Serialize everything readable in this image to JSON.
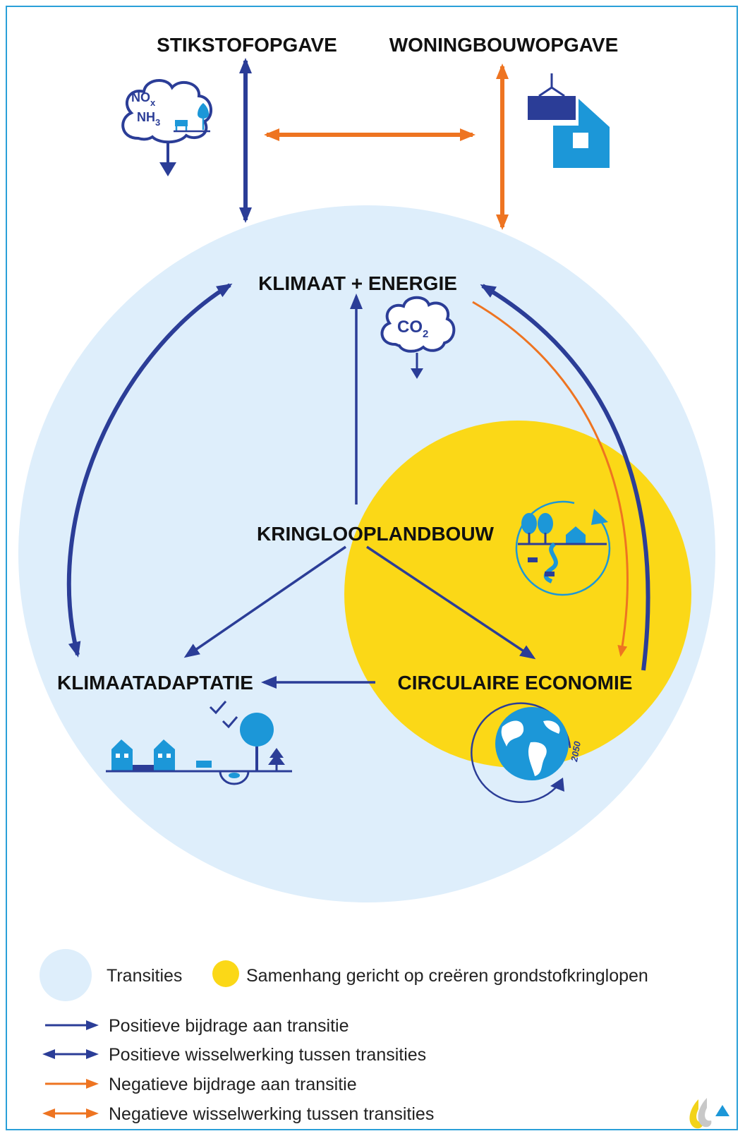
{
  "colors": {
    "frame": "#2aa0d8",
    "transition_circle": "#deeefb",
    "coherence_circle": "#fbd817",
    "positive_arrow": "#2b3d97",
    "negative_arrow": "#ee7421",
    "icon_light": "#1c97d8",
    "icon_dark": "#2b3d97"
  },
  "nodes": {
    "stikstof": "STIKSTOFOPGAVE",
    "woningbouw": "WONINGBOUWOPGAVE",
    "klimaat_energie": "KLIMAAT + ENERGIE",
    "kringlooplandbouw": "KRINGLOOPLANDBOUW",
    "klimaatadaptatie": "KLIMAATADAPTATIE",
    "circulaire_economie": "CIRCULAIRE ECONOMIE"
  },
  "icons": {
    "stikstof": {
      "name": "nitrogen-cloud-icon",
      "line1": "NO",
      "line1_sub": "x",
      "line2": "NH",
      "line2_sub": "3"
    },
    "woningbouw": {
      "name": "house-crane-icon"
    },
    "klimaat": {
      "name": "co2-cloud-icon",
      "label": "CO",
      "label_sub": "2"
    },
    "kringloop": {
      "name": "landscape-cycle-icon"
    },
    "adaptatie": {
      "name": "village-water-icon"
    },
    "circulair": {
      "name": "globe-cycle-icon",
      "year": "2050"
    }
  },
  "legend": {
    "transities": "Transities",
    "samenhang": "Samenhang gericht op creëren grondstofkringlopen",
    "positieve_bijdrage": "Positieve bijdrage aan transitie",
    "positieve_wisselwerking": "Positieve wisselwerking tussen transities",
    "negatieve_bijdrage": "Negatieve bijdrage aan transitie",
    "negatieve_wisselwerking": "Negatieve wisselwerking tussen transities"
  },
  "logo": {
    "name": "brand-logo-icon"
  }
}
